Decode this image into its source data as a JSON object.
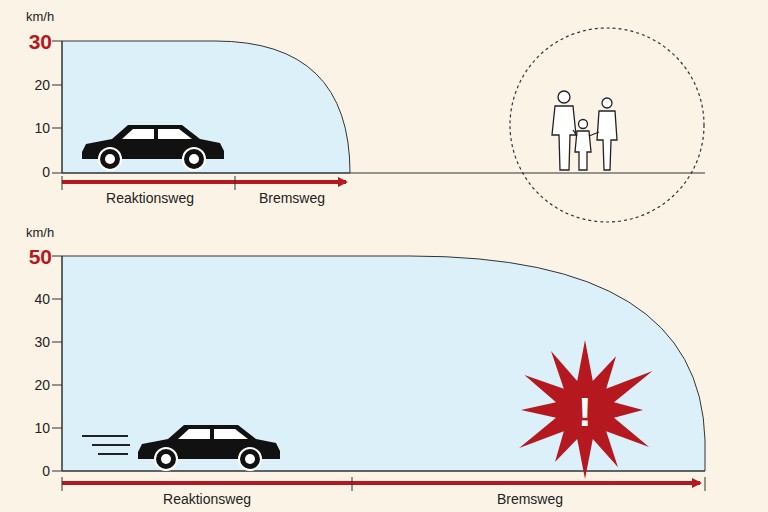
{
  "diagram": {
    "labels": [
      "km/h",
      "30",
      "20",
      "10",
      "0",
      "Reaktionsweg",
      "Bremsweg",
      "km/h",
      "50",
      "40",
      "30",
      "20",
      "10",
      "0",
      "Reaktionsweg",
      "Bremsweg",
      "!"
    ]
  }
}
